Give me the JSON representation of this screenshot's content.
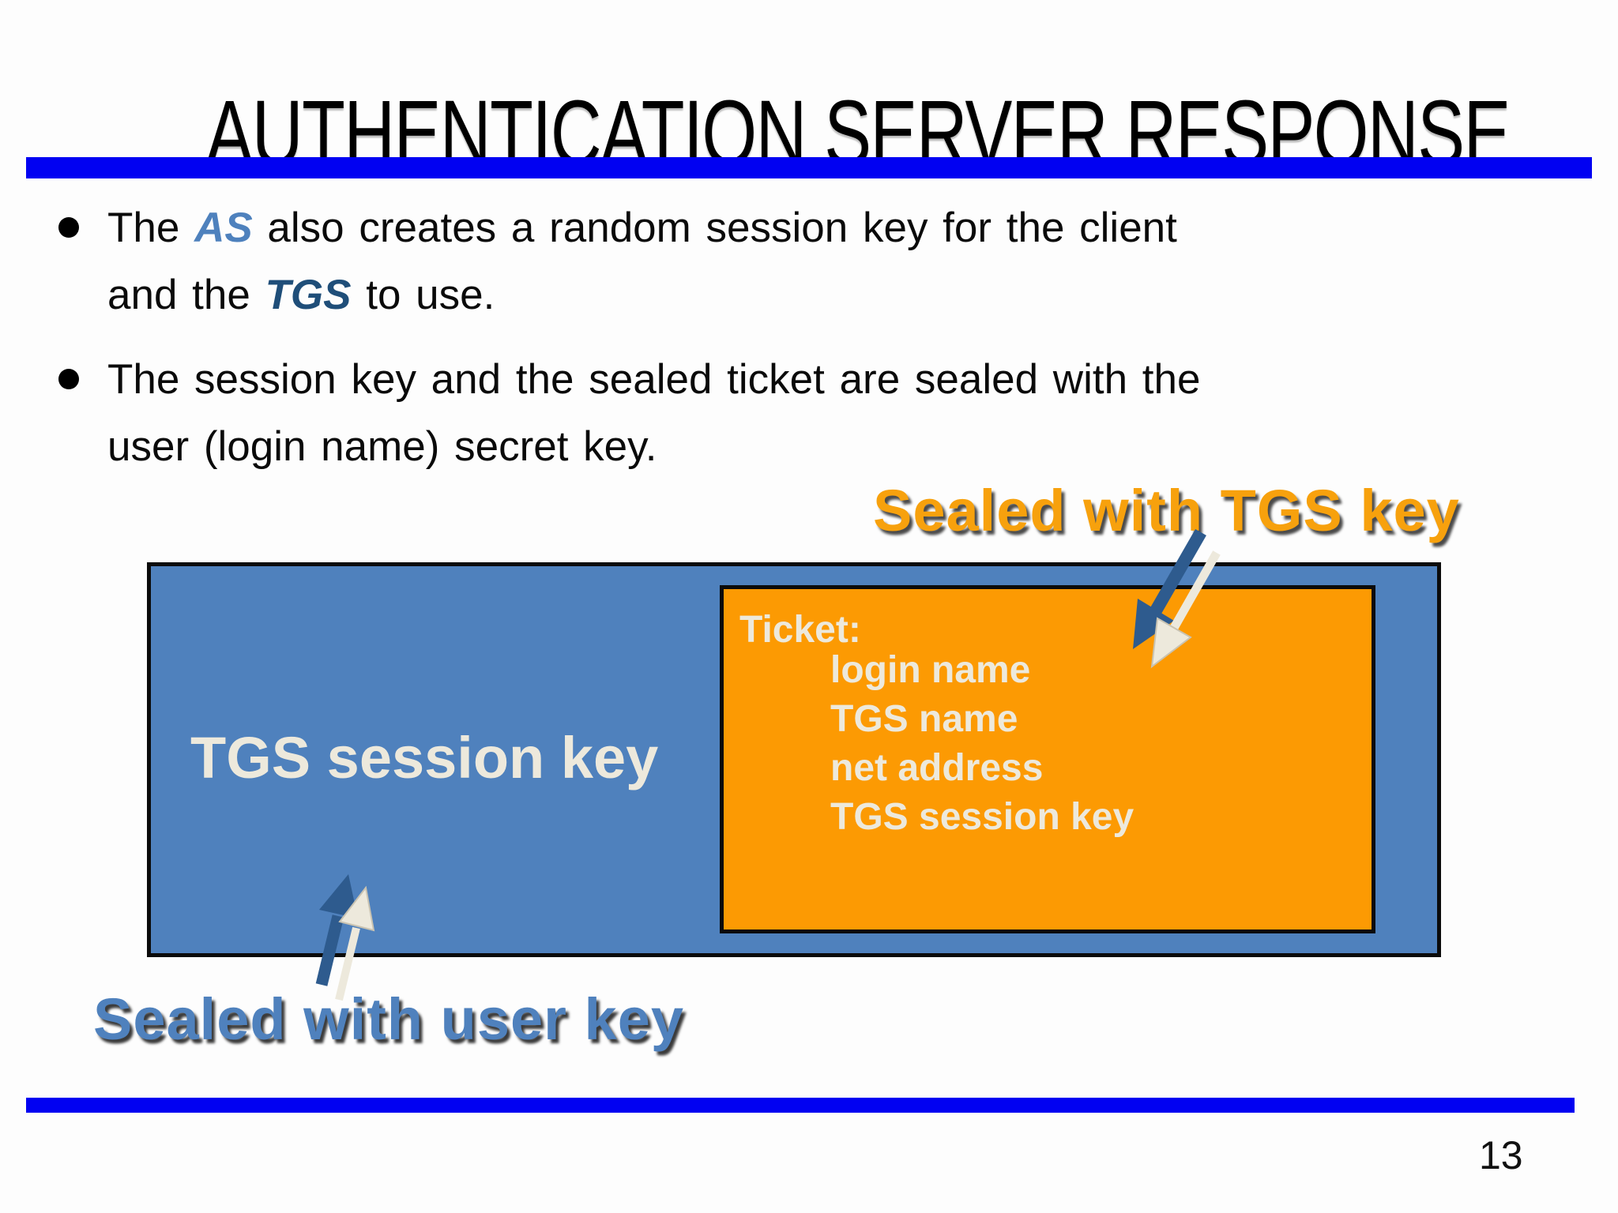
{
  "slide": {
    "title": "AUTHENTICATION SERVER RESPONSE",
    "page_number": "13",
    "bullets": {
      "b1_l1_pre": "The ",
      "b1_l1_as": "AS",
      "b1_l1_post": " also creates a random session key for the client",
      "b1_l2_pre": "and the ",
      "b1_l2_tgs": "TGS",
      "b1_l2_post": " to use.",
      "b2_l1": "The session key and the sealed ticket are sealed with the",
      "b2_l2": "user (login name) secret key."
    },
    "callouts": {
      "sealed_tgs_label": "Sealed with TGS key",
      "sealed_user_label": "Sealed with user key"
    },
    "diagram": {
      "session_key_box_label": "TGS session key",
      "ticket_title": "Ticket:",
      "ticket_fields": [
        "login name",
        "TGS name",
        "net address",
        "TGS session key"
      ]
    },
    "icons": {
      "top_arrows": "arrow-down-left-icon",
      "bottom_arrows": "arrow-up-icon"
    },
    "colors": {
      "divider_blue": "#0101F2",
      "session_box_blue": "#4F81BD",
      "ticket_box_orange": "#FC9A03",
      "cream_text": "#EDE9DC",
      "as_term_blue": "#4E81BD",
      "tgs_term_navy": "#1F4E79",
      "sealed_tgs_label_orange": "#F7A10D",
      "sealed_user_label_blue": "#4F81BD",
      "arrow_navy": "#2E5B8E",
      "arrow_cream": "#EDE9DC"
    }
  }
}
